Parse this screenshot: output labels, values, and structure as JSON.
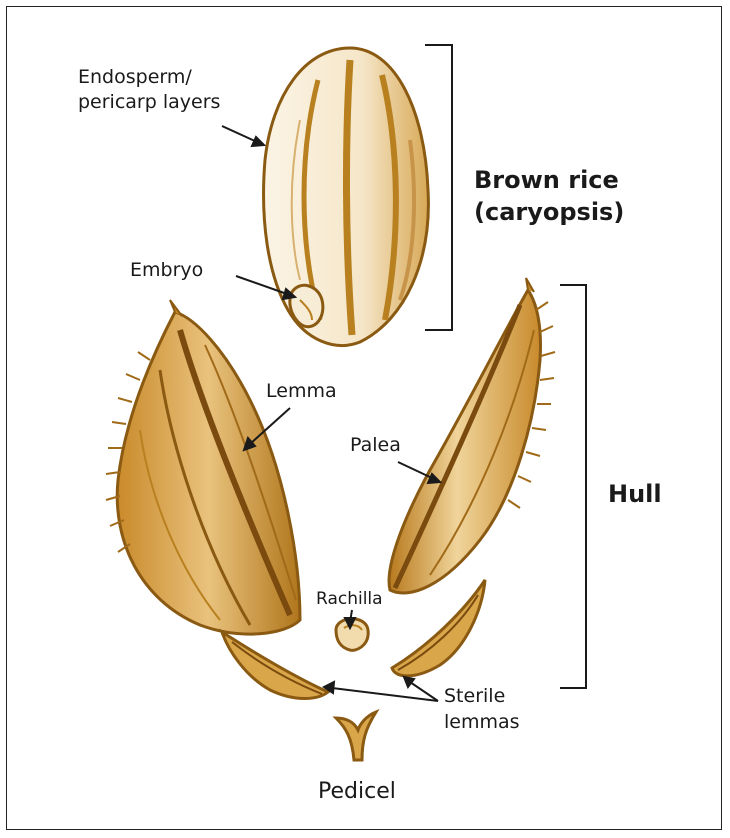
{
  "diagram": {
    "labels": {
      "endosperm_line1": "Endosperm/",
      "endosperm_line2": "pericarp layers",
      "embryo": "Embryo",
      "brown_rice_line1": "Brown rice",
      "brown_rice_line2": "(caryopsis)",
      "lemma": "Lemma",
      "palea": "Palea",
      "hull": "Hull",
      "rachilla": "Rachilla",
      "sterile_line1": "Sterile",
      "sterile_line2": "lemmas",
      "pedicel": "Pedicel"
    },
    "colors": {
      "outline": "#8a5a12",
      "fill_dark": "#b8801f",
      "fill_mid": "#d9a64a",
      "fill_light": "#f2dcae",
      "grain_fill": "#f7ecd6",
      "line": "#1a1a1a"
    }
  }
}
